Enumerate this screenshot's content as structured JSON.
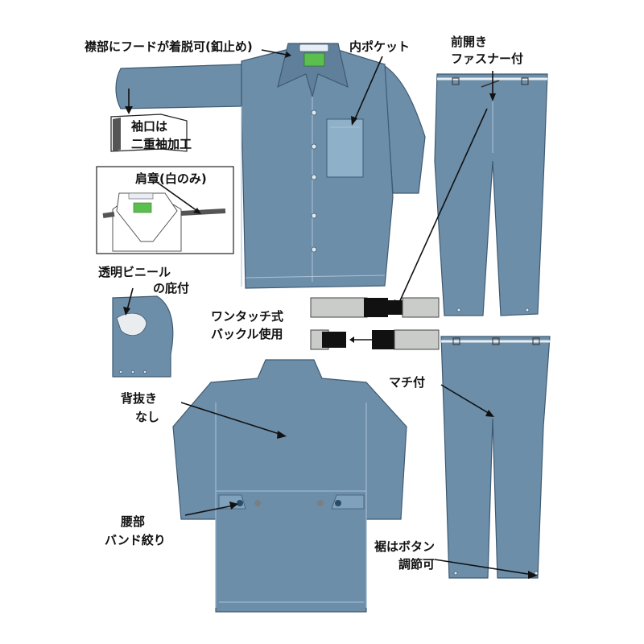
{
  "labels": {
    "collar_hood": "襟部にフードが着脱可(釦止め)",
    "inner_pocket": "内ポケット",
    "front_zip_1": "前開き",
    "front_zip_2": "ファスナー付",
    "cuff_1": "袖口は",
    "cuff_2": "二重袖加工",
    "epaulette": "肩章(白のみ)",
    "visor_1": "透明ビニール",
    "visor_2": "の庇付",
    "buckle_1": "ワンタッチ式",
    "buckle_2": "バックル使用",
    "back_1": "背抜き",
    "back_2": "なし",
    "gusset": "マチ付",
    "waist_1": "腰部",
    "waist_2": "バンド絞り",
    "hem_1": "裾はボタン",
    "hem_2": "調節可"
  },
  "colors": {
    "garment": "#6d8ea9",
    "garment_outline": "#3e5a72",
    "collar_tag": "#5bbf4e",
    "background": "#ffffff"
  }
}
